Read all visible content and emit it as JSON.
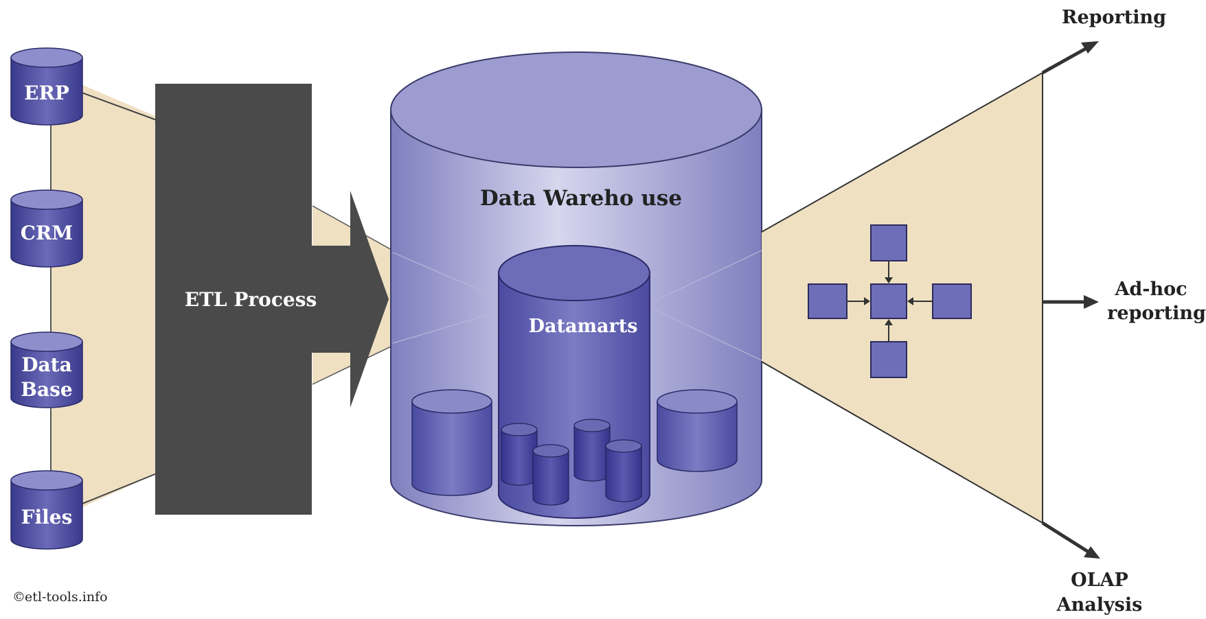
{
  "sources": [
    {
      "id": "erp",
      "label": "ERP"
    },
    {
      "id": "crm",
      "label": "CRM"
    },
    {
      "id": "database",
      "label_lines": [
        "Data",
        "Base"
      ]
    },
    {
      "id": "files",
      "label": "Files"
    }
  ],
  "etl": {
    "label": "ETL Process"
  },
  "warehouse": {
    "label": "Data Wareho use"
  },
  "datamarts": {
    "label": "Datamarts"
  },
  "outputs": {
    "reporting": {
      "label": "Reporting"
    },
    "adhoc": {
      "label_lines": [
        "Ad-hoc",
        "reporting"
      ]
    },
    "olap": {
      "label_lines": [
        "OLAP",
        "Analysis"
      ]
    }
  },
  "copyright": {
    "symbol": "©",
    "text": "etl-tools.info"
  },
  "colors": {
    "funnel_fill": "#efe0c2",
    "etl_box": "#4a4a4a",
    "cylinder_body": "#5a5aa6",
    "cylinder_top": "#8686c6",
    "warehouse_body": "#a8a8d8",
    "warehouse_top": "#9898cc",
    "datamart_body": "#6464b2",
    "cube_fill": "#6e6eb8",
    "arrow_dark": "#333333"
  },
  "icons": {
    "source_cylinder": "database-cylinder-icon",
    "node_diagram": "olap-cube-network-icon",
    "output_arrow": "arrow-icon"
  }
}
